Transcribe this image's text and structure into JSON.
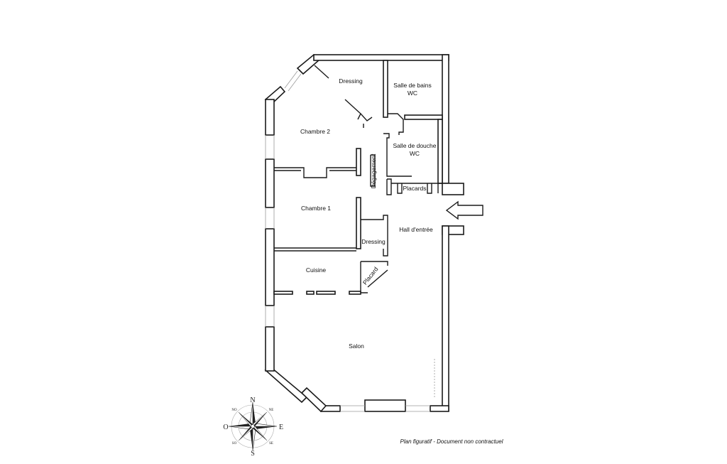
{
  "rooms": {
    "dressing_top": "Dressing",
    "sdb_line1": "Salle de bains",
    "sdb_line2": "WC",
    "chambre2": "Chambre 2",
    "sdd_line1": "Salle de douche",
    "sdd_line2": "WC",
    "degagement": "Dégagement",
    "placards": "Placards",
    "chambre1": "Chambre 1",
    "hall": "Hall d'entrée",
    "dressing_mid": "Dressing",
    "cuisine": "Cuisine",
    "placard": "Placard",
    "salon": "Salon"
  },
  "compass": {
    "n": "N",
    "s": "S",
    "e": "E",
    "o": "O",
    "ne": "NE",
    "no": "NO",
    "se": "SE",
    "so": "SO"
  },
  "footer_note": "Plan figuratif - Document non contractuel",
  "colors": {
    "wall": "#1a1a1a",
    "window": "#9a9a9a",
    "background": "#ffffff"
  },
  "icons": {
    "entrance": "arrow-left-icon",
    "orientation": "compass-rose-icon"
  }
}
